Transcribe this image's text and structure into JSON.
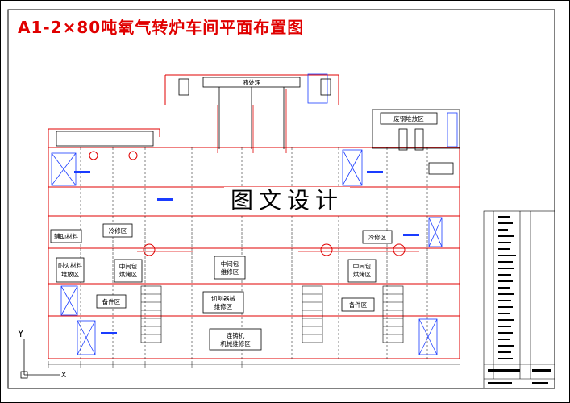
{
  "title": "A1-2×80吨氧气转炉车间平面布置图",
  "watermark": "图文设计",
  "rooms": [
    {
      "id": "waste-treatment",
      "text": "液处理"
    },
    {
      "id": "scrap-steel",
      "text": "废钢堆放区"
    },
    {
      "id": "aux-material",
      "text": "辅助材料"
    },
    {
      "id": "refractory",
      "text": "耐火材料"
    },
    {
      "id": "refractory2",
      "text": "堆放区"
    },
    {
      "id": "cold-repair-left",
      "text": "冷修区"
    },
    {
      "id": "cold-repair-right",
      "text": "冷修区"
    },
    {
      "id": "tundish-bake-left",
      "text": "中间包"
    },
    {
      "id": "tundish-bake-left2",
      "text": "烘烤区"
    },
    {
      "id": "tundish-repair",
      "text": "中间包"
    },
    {
      "id": "tundish-repair2",
      "text": "维修区"
    },
    {
      "id": "tundish-bake-right",
      "text": "中间包"
    },
    {
      "id": "tundish-bake-right2",
      "text": "烘烤区"
    },
    {
      "id": "spare-left",
      "text": "备件区"
    },
    {
      "id": "spare-right",
      "text": "备件区"
    },
    {
      "id": "cutter-repair",
      "text": "切割器械"
    },
    {
      "id": "cutter-repair2",
      "text": "维修区"
    },
    {
      "id": "mechanical",
      "text": "连铸机"
    },
    {
      "id": "mechanical2",
      "text": "机械维修区"
    }
  ],
  "axis": {
    "y_label": "Y",
    "x_label": "X"
  }
}
